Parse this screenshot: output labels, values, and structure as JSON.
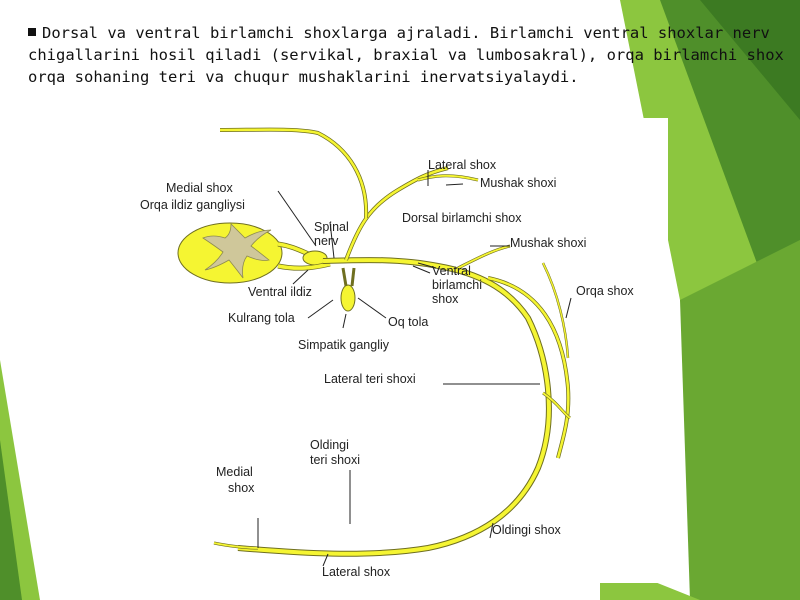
{
  "paragraph": "Dorsal va ventral birlamchi shoxlarga ajraladi. Birlamchi ventral shoxlar nerv chigallarini hosil qiladi (servikal, braxial va lumbosakral), orqa birlamchi shox orqa sohaning teri va chuqur mushaklarini inervatsiyalaydi.",
  "figure": {
    "labels": {
      "medial_shox_top": "Medial shox",
      "orqa_ildiz": "Orqa ildiz gangliysi",
      "spinal_nerv_1": "Spinal",
      "spinal_nerv_2": "nerv",
      "lateral_shox_top": "Lateral shox",
      "mushak_shoxi_1": "Mushak shoxi",
      "dorsal_birlamchi": "Dorsal birlamchi shox",
      "mushak_shoxi_2": "Mushak shoxi",
      "ventral_1": "Ventral",
      "ventral_2": "birlamchi",
      "ventral_3": "shox",
      "orqa_shox": "Orqa shox",
      "ventral_ildiz": "Ventral ildiz",
      "kulrang_tola": "Kulrang tola",
      "oq_tola": "Oq tola",
      "simpatik": "Simpatik gangliy",
      "lateral_teri": "Lateral teri shoxi",
      "oldingi_teri_1": "Oldingi",
      "oldingi_teri_2": "teri shoxi",
      "medial_shox_b1": "Medial",
      "medial_shox_b2": "shox",
      "oldingi_shox": "Oldingi shox",
      "lateral_shox_bottom": "Lateral shox"
    }
  },
  "colors": {
    "nerve": "#f5f532",
    "nerve_stroke": "#6f6f20",
    "green_dark": "#4f8f2a",
    "green_light": "#8cc63f"
  }
}
